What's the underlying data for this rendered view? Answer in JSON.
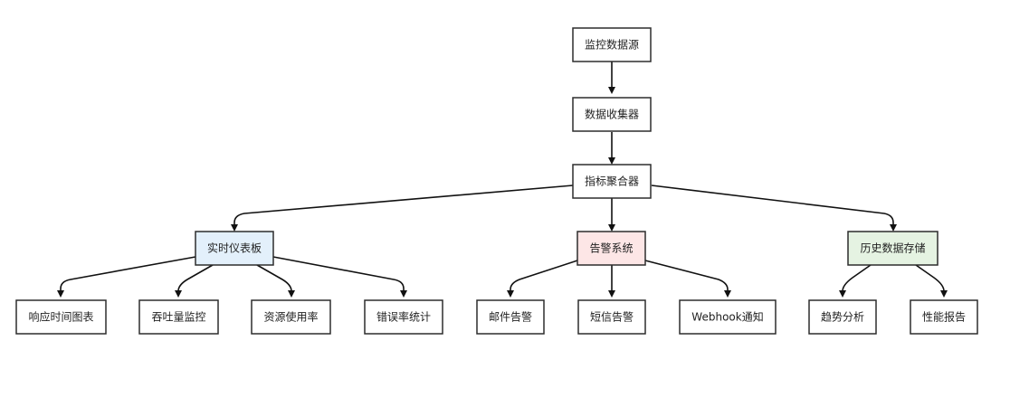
{
  "colors": {
    "default_fill": "#ffffff",
    "dashboard_fill": "#e3f0fb",
    "alert_fill": "#fde6e6",
    "storage_fill": "#e5f3e2",
    "stroke": "#2d2d2d",
    "edge": "#111111"
  },
  "nodes": {
    "source": "监控数据源",
    "collector": "数据收集器",
    "aggregator": "指标聚合器",
    "dashboard": "实时仪表板",
    "alert": "告警系统",
    "storage": "历史数据存储",
    "response_chart": "响应时间图表",
    "throughput": "吞吐量监控",
    "resource_usage": "资源使用率",
    "error_rate": "错误率统计",
    "email_alert": "邮件告警",
    "sms_alert": "短信告警",
    "webhook": "Webhook通知",
    "trend": "趋势分析",
    "perf_report": "性能报告"
  }
}
